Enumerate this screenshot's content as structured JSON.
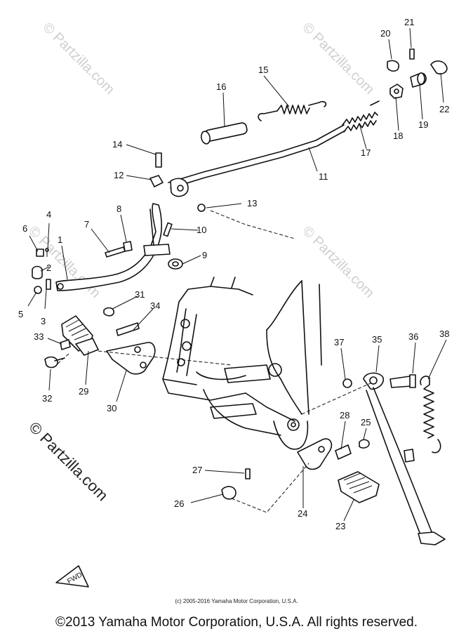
{
  "watermarks": [
    "© Partzilla.com",
    "© Partzilla.com",
    "© Partzilla.com",
    "© Partzilla.com"
  ],
  "watermark_main": "© Partzilla.com",
  "fwd_label": "FWD",
  "callouts": [
    "1",
    "2",
    "3",
    "4",
    "5",
    "6",
    "7",
    "8",
    "9",
    "10",
    "11",
    "12",
    "13",
    "14",
    "15",
    "16",
    "17",
    "18",
    "19",
    "20",
    "21",
    "22",
    "23",
    "24",
    "25",
    "26",
    "27",
    "28",
    "29",
    "30",
    "31",
    "32",
    "33",
    "34",
    "35",
    "36",
    "37",
    "38"
  ],
  "copyright_small": "(c) 2005-2016 Yamaha Motor Corporation, U.S.A.",
  "copyright_main": "©2013 Yamaha Motor Corporation, U.S.A. All rights reserved."
}
